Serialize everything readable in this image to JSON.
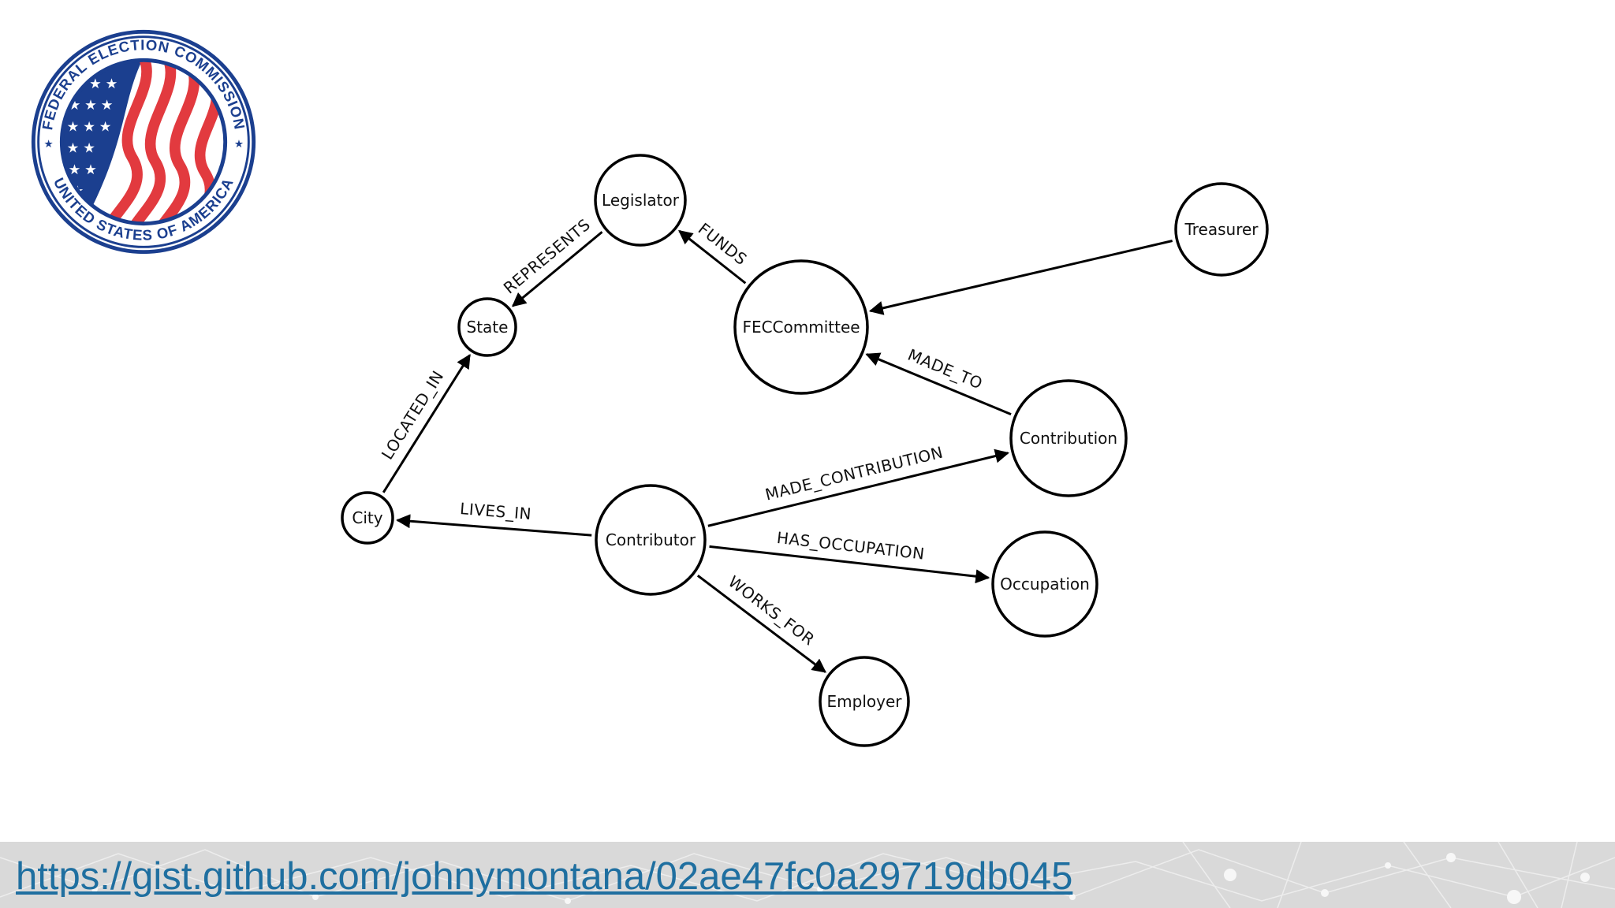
{
  "seal": {
    "top_text": "FEDERAL ELECTION COMMISSION",
    "bottom_text": "UNITED STATES OF AMERICA",
    "colors": {
      "blue": "#1b3f8f",
      "red": "#e23a3f",
      "white": "#ffffff"
    }
  },
  "diagram": {
    "nodes": [
      {
        "id": "legislator",
        "label": "Legislator"
      },
      {
        "id": "state",
        "label": "State"
      },
      {
        "id": "fec_committee",
        "label": "FECCommittee"
      },
      {
        "id": "treasurer",
        "label": "Treasurer"
      },
      {
        "id": "contribution",
        "label": "Contribution"
      },
      {
        "id": "city",
        "label": "City"
      },
      {
        "id": "contributor",
        "label": "Contributor"
      },
      {
        "id": "occupation",
        "label": "Occupation"
      },
      {
        "id": "employer",
        "label": "Employer"
      }
    ],
    "edges": [
      {
        "id": "represents",
        "from": "legislator",
        "to": "state",
        "label": "REPRESENTS"
      },
      {
        "id": "funds",
        "from": "fec_committee",
        "to": "legislator",
        "label": "FUNDS"
      },
      {
        "id": "treasurer_of",
        "from": "treasurer",
        "to": "fec_committee",
        "label": ""
      },
      {
        "id": "made_to",
        "from": "contribution",
        "to": "fec_committee",
        "label": "MADE_TO"
      },
      {
        "id": "located_in",
        "from": "city",
        "to": "state",
        "label": "LOCATED_IN"
      },
      {
        "id": "lives_in",
        "from": "contributor",
        "to": "city",
        "label": "LIVES_IN"
      },
      {
        "id": "made_contribution",
        "from": "contributor",
        "to": "contribution",
        "label": "MADE_CONTRIBUTION"
      },
      {
        "id": "has_occupation",
        "from": "contributor",
        "to": "occupation",
        "label": "HAS_OCCUPATION"
      },
      {
        "id": "works_for",
        "from": "contributor",
        "to": "employer",
        "label": "WORKS_FOR"
      }
    ]
  },
  "footer": {
    "link_text": "https://gist.github.com/johnymontana/02ae47fc0a29719db045",
    "link_color": "#1f6fa0"
  }
}
